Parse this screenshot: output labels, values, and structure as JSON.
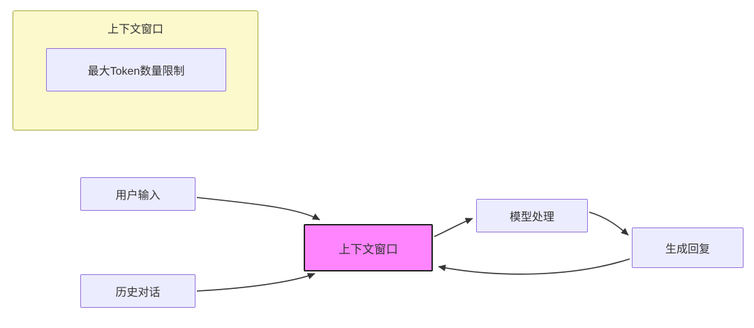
{
  "subgraph": {
    "title": "上下文窗口",
    "node_label": "最大Token数量限制"
  },
  "nodes": {
    "user_input": "用户输入",
    "history_dialog": "历史对话",
    "context_window": "上下文窗口",
    "model_processing": "模型处理",
    "generate_reply": "生成回复"
  },
  "edges": [
    {
      "from": "用户输入",
      "to": "上下文窗口"
    },
    {
      "from": "历史对话",
      "to": "上下文窗口"
    },
    {
      "from": "上下文窗口",
      "to": "模型处理"
    },
    {
      "from": "模型处理",
      "to": "生成回复"
    },
    {
      "from": "生成回复",
      "to": "上下文窗口"
    }
  ],
  "colors": {
    "node_fill": "#ECECFF",
    "node_border": "#9370DB",
    "highlight_fill": "#ff85ff",
    "highlight_border": "#222222",
    "subgraph_fill": "#fcf9cd",
    "subgraph_border": "#aaaa33",
    "arrow": "#333333",
    "text": "#333333"
  }
}
